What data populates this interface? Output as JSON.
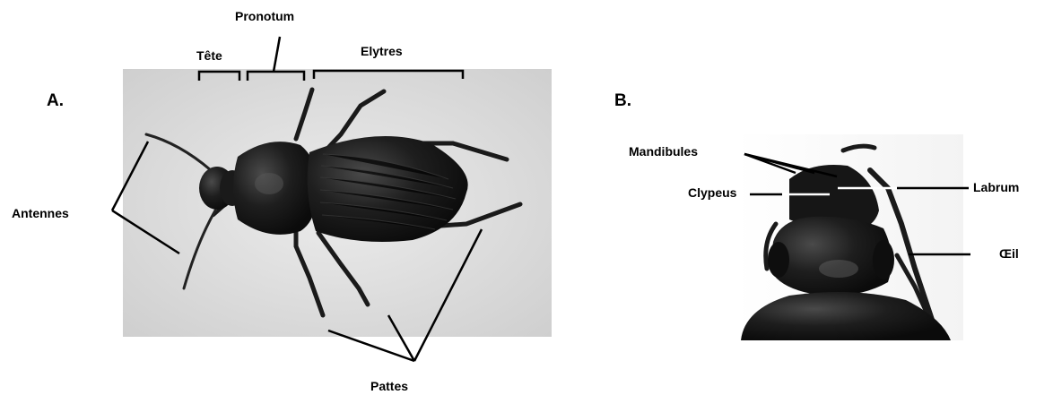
{
  "panel_a": {
    "letter": "A.",
    "labels": {
      "pronotum": "Pronotum",
      "tete": "Tête",
      "elytres": "Elytres",
      "antennes": "Antennes",
      "pattes": "Pattes"
    }
  },
  "panel_b": {
    "letter": "B.",
    "labels": {
      "mandibules": "Mandibules",
      "clypeus": "Clypeus",
      "labrum": "Labrum",
      "oeil": "Œil"
    }
  },
  "colors": {
    "photo_background": "#dcdcdc",
    "beetle_body": "#161616",
    "label_line": "#000000",
    "marker_line": "#ffffff"
  }
}
